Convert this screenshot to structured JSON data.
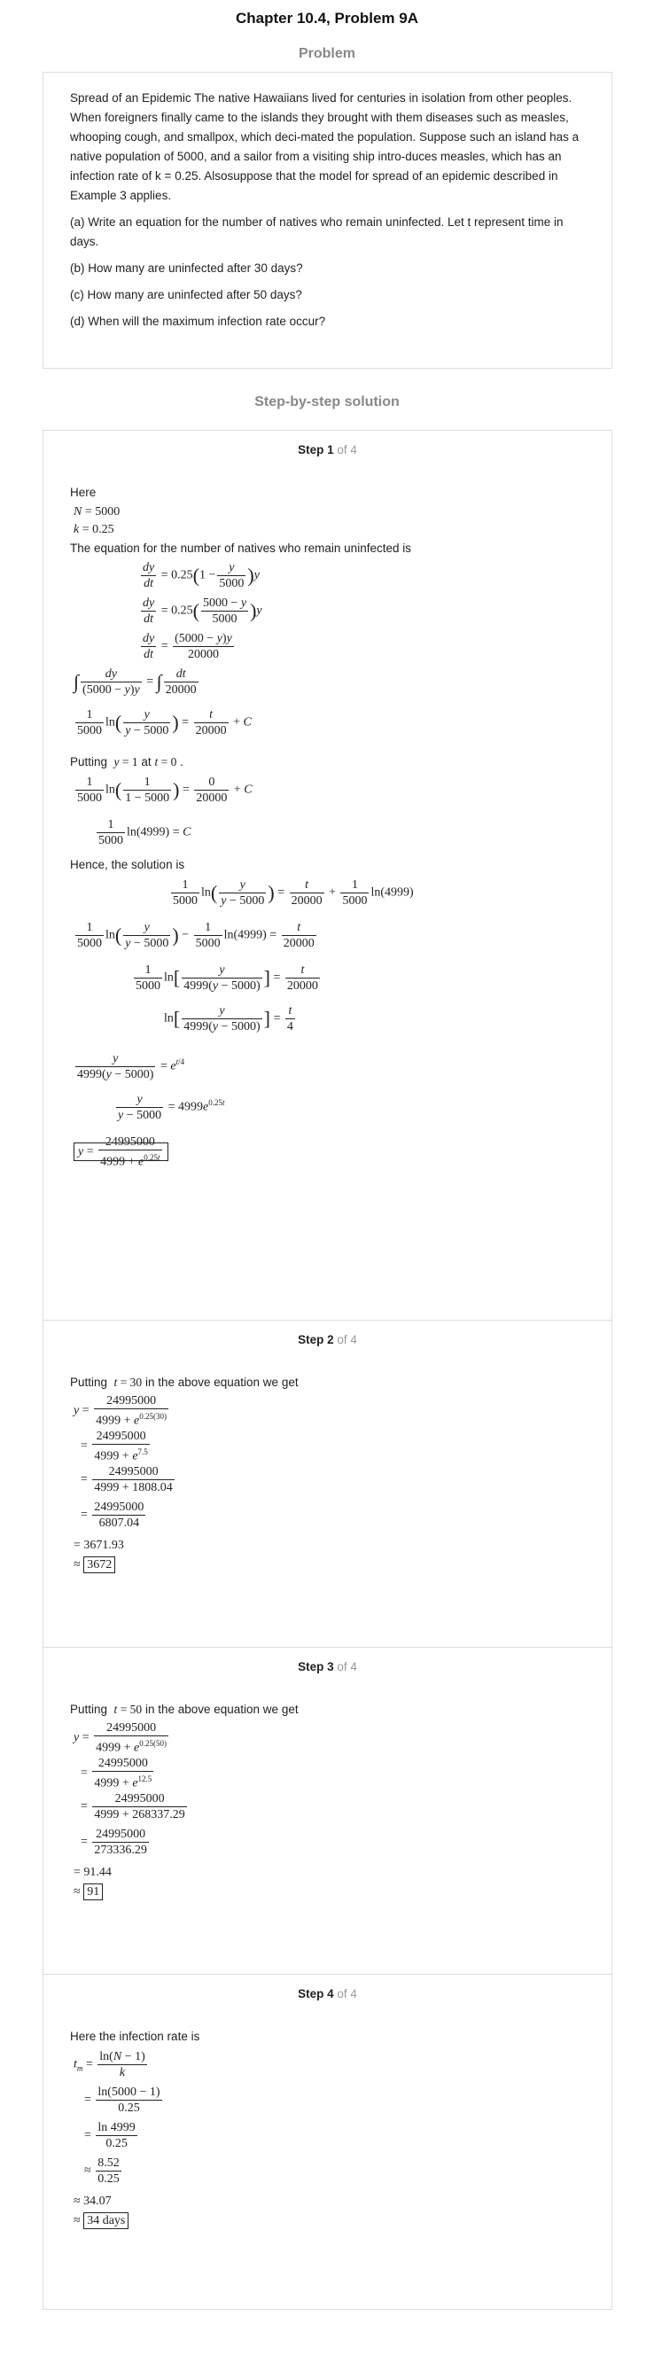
{
  "title": "Chapter 10.4, Problem 9A",
  "problem_label": "Problem",
  "problem": {
    "intro": "Spread of an Epidemic The native Hawaiians lived for centuries in isolation from other peoples. When foreigners finally came to the islands they brought with them diseases such as measles, whooping cough, and smallpox, which deci-mated the population. Suppose such an island has a native population of 5000, and a sailor from a visiting ship intro-duces measles, which has an infection rate of k = 0.25. Alsosuppose that the model for spread of an epidemic described in Example 3 applies.",
    "a": "(a) Write an equation for the number of natives who remain uninfected. Let t represent time in days.",
    "b": "(b) How many are uninfected after 30 days?",
    "c": "(c) How many are uninfected after 50 days?",
    "d": "(d) When will the maximum infection rate occur?"
  },
  "solution_label": "Step-by-step solution",
  "steps": [
    {
      "label": "Step 1",
      "of": "of 4",
      "here": "Here",
      "eq_text": "The equation for the number of natives who remain uninfected is",
      "putting": "Putting",
      "hence": "Hence, the solution is"
    },
    {
      "label": "Step 2",
      "of": "of 4",
      "putting": "Putting",
      "rest": "in the above equation we get",
      "r1": "= 3671.93",
      "r2": "3672"
    },
    {
      "label": "Step 3",
      "of": "of 4",
      "putting": "Putting",
      "rest": "in the above equation we get",
      "r1": "= 91.44",
      "r2": "91"
    },
    {
      "label": "Step 4",
      "of": "of 4",
      "here": "Here the infection rate is",
      "r1": "≈ 34.07",
      "r2": "34 days"
    }
  ]
}
